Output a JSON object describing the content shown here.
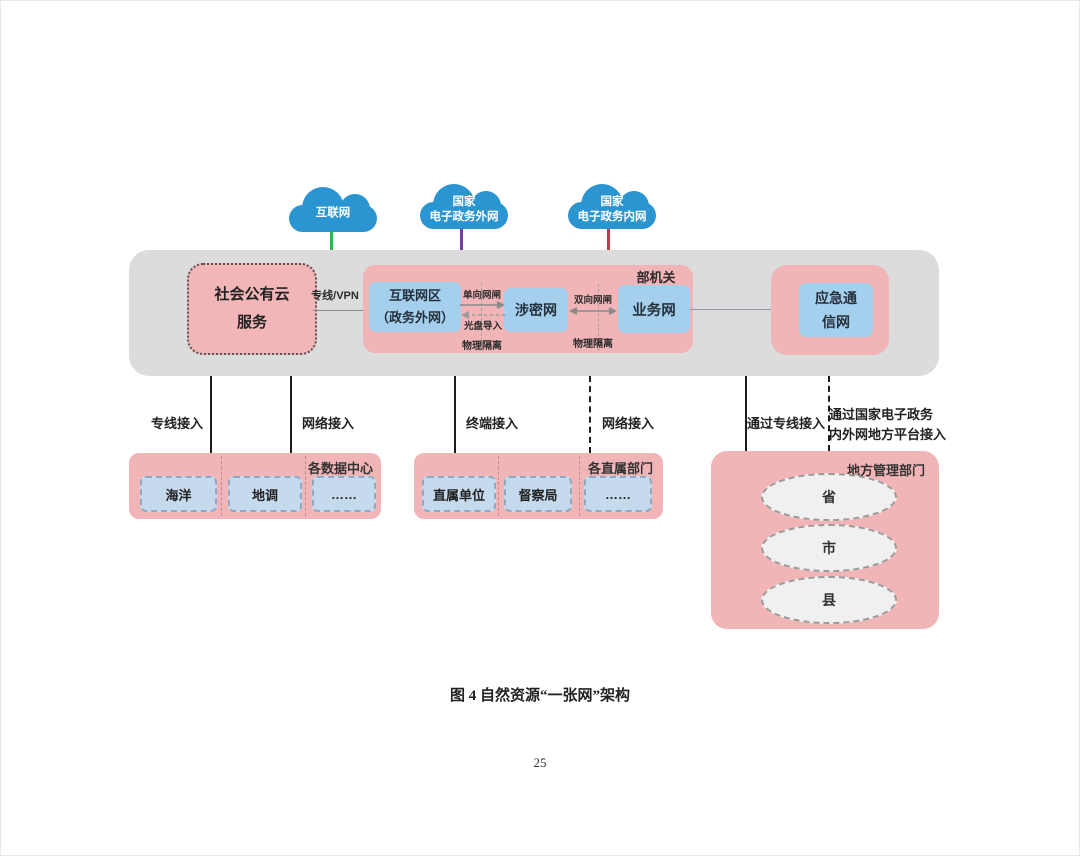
{
  "page": {
    "caption": "图 4 自然资源“一张网”架构",
    "page_number": "25"
  },
  "clouds": [
    {
      "label": "互联网",
      "line_color": "#3fae49"
    },
    {
      "label": "国家\n电子政务外网",
      "line_color": "#7440a0"
    },
    {
      "label": "国家\n电子政务内网",
      "line_color": "#c43b45"
    }
  ],
  "band": {
    "public_cloud_label": "社会公有云\n服务",
    "vpn_label": "专线/VPN",
    "internet_zone_label": "互联网区\n（政务外网）",
    "classified_net_label": "涉密网",
    "business_net_label": "业务网",
    "ministry_label": "部机关",
    "emergency_net_label": "应急通\n信网",
    "gateway1": {
      "top_label": "单向网闸",
      "bottom_label": "光盘导入",
      "isolation_label": "物理隔离"
    },
    "gateway2": {
      "label": "双向网闸",
      "isolation_label": "物理隔离"
    }
  },
  "access_links": [
    {
      "label": "专线接入",
      "style": "solid"
    },
    {
      "label": "网络接入",
      "style": "solid"
    },
    {
      "label": "终端接入",
      "style": "solid"
    },
    {
      "label": "网络接入",
      "style": "dashed"
    },
    {
      "label": "通过专线接入",
      "style": "solid"
    },
    {
      "label": "通过国家电子政务\n内外网地方平台接入",
      "style": "dashed"
    }
  ],
  "groups": [
    {
      "title": "各数据中心",
      "items": [
        "海洋",
        "地调",
        "……"
      ]
    },
    {
      "title": "各直属部门",
      "items": [
        "直属单位",
        "督察局",
        "……"
      ]
    },
    {
      "title": "地方管理部门",
      "items": [
        "省",
        "市",
        "县"
      ]
    }
  ],
  "colors": {
    "cloud_blue": "#2b95d1",
    "band_gray": "#dcdcdc",
    "container_pink": "#f1b5b7",
    "network_blue": "#a5d0ed",
    "item_blue": "#c6daee",
    "internet_line_green": "#3fae49",
    "ext_gov_line_purple": "#7440a0",
    "int_gov_line_red": "#c43b45"
  }
}
